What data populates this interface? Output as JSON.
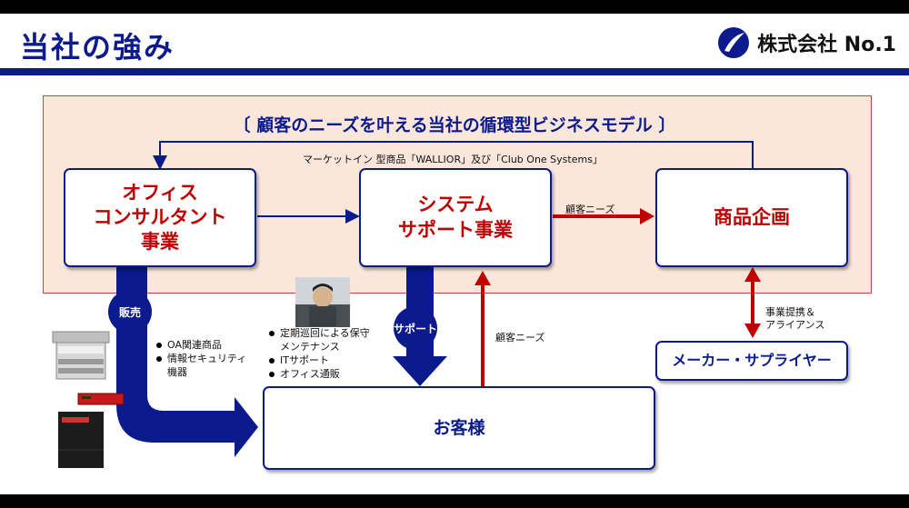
{
  "slide": {
    "title": "当社の強み",
    "logo_text": "株式会社 No.1"
  },
  "diagram": {
    "heading": "〔 顧客のニーズを叶える当社の循環型ビジネスモデル 〕",
    "feedback_label": "マーケットイン 型商品「WALLIOR」及び「Club One Systems」",
    "boxes": {
      "office": "オフィス\nコンサルタント\n事業",
      "system": "システム\nサポート事業",
      "planning": "商品企画",
      "maker": "メーカー・サプライヤー",
      "customer": "お客様"
    },
    "labels": {
      "needs_top": "顧客ニーズ",
      "needs_mid": "顧客ニーズ",
      "alliance": "事業提携＆\nアライアンス",
      "sales": "販売",
      "support": "サポート"
    },
    "sales_items": [
      "OA関連商品",
      "情報セキュリティ\n機器"
    ],
    "support_items": [
      "定期巡回による保守\nメンテナンス",
      "ITサポート",
      "オフィス通販"
    ],
    "colors": {
      "navy": "#0b1a8c",
      "red": "#c00000",
      "panel": "#fbe6dc"
    }
  }
}
